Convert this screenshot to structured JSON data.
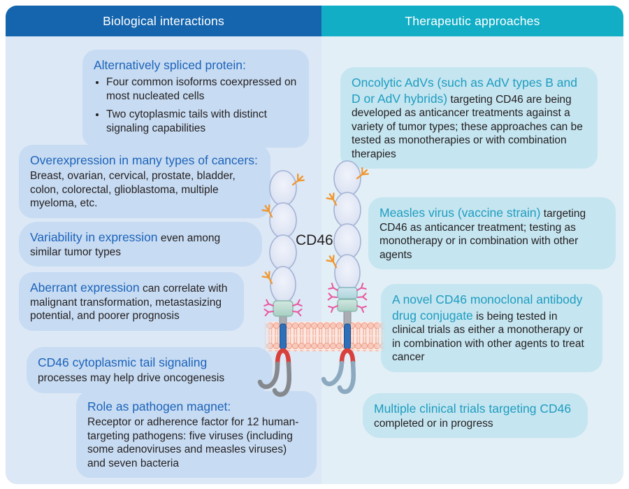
{
  "figure": {
    "header": {
      "left_label": "Biological interactions",
      "right_label": "Therapeutic approaches"
    },
    "center": {
      "label": "CD46"
    },
    "biological": [
      {
        "title": "Alternatively spliced protein:",
        "bullets": [
          "Four common isoforms coexpressed on most nucleated cells",
          "Two cytoplasmic tails with distinct signaling capabilities"
        ]
      },
      {
        "title": "Overexpression in many types of cancers:",
        "body": "Breast, ovarian, cervical, prostate, bladder, colon, colorectal, glioblastoma, multiple myeloma, etc."
      },
      {
        "title": "Variability in expression",
        "body": "even among similar tumor types"
      },
      {
        "title": "Aberrant expression",
        "body": "can correlate with malignant transformation, metastasizing potential, and poorer prognosis"
      },
      {
        "title": "CD46 cytoplasmic tail signaling",
        "body": "processes may help drive oncogenesis"
      },
      {
        "title": "Role as pathogen magnet:",
        "body": "Receptor or adherence factor for 12 human-targeting pathogens: five viruses (including some adenoviruses and measles viruses) and seven bacteria"
      }
    ],
    "therapeutic": [
      {
        "highlight": "Oncolytic AdVs (such as AdV types B and D or AdV hybrids)",
        "body": "targeting CD46 are being developed as anticancer treatments against a variety of tumor types; these approaches can be tested as monotherapies or with combination therapies"
      },
      {
        "highlight": "Measles virus (vaccine strain)",
        "body": "targeting CD46 as anticancer treatment; testing as monotherapy or in combination with other agents"
      },
      {
        "highlight": "A novel CD46 monoclonal antibody drug conjugate",
        "body": "is being tested in clinical trials as either a monotherapy or in combination with other agents to treat cancer"
      },
      {
        "highlight": "Multiple clinical trials targeting CD46",
        "body": "completed or in progress"
      }
    ],
    "colors": {
      "header_blue": "#1565ae",
      "header_teal": "#12aec6",
      "background_left": "#dce8f6",
      "background_right": "#e2eff6",
      "biological_box_fill": "#c7dbf2",
      "therapeutic_box_fill": "#c5e5f0",
      "heading_blue": "#1c63ba",
      "heading_teal": "#1e9dc0",
      "body_text": "#231f20",
      "membrane_salmon": "#f8c9bb",
      "n_glycan_orange": "#f0962e",
      "o_glycan_pink": "#e9559e",
      "transmembrane_blue": "#2d6fb8",
      "juxtamembrane_red": "#d8403c",
      "tail_gray": "#85898e",
      "tail_steel_blue": "#8da9c0"
    }
  }
}
